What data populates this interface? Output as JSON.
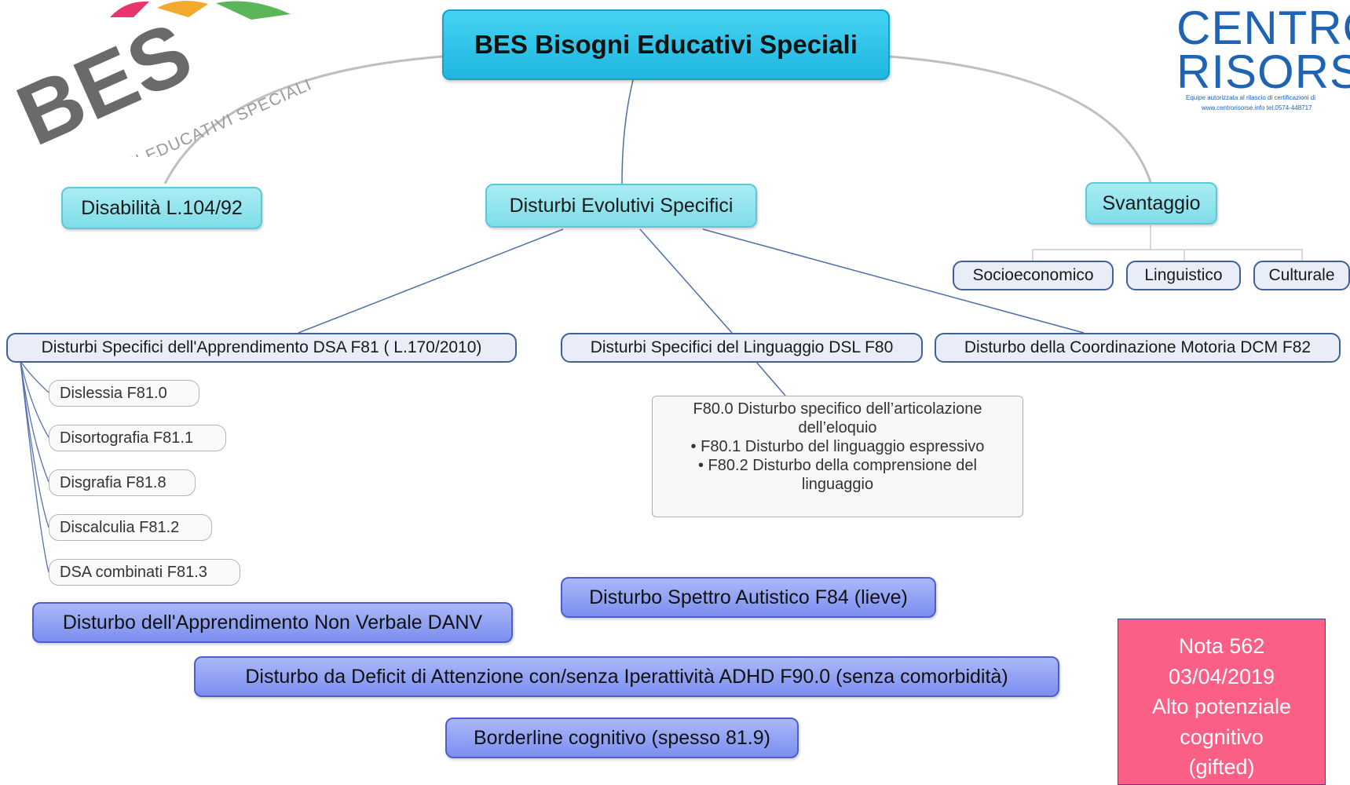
{
  "root": {
    "label": "BES  Bisogni Educativi Speciali"
  },
  "level1": {
    "disabilita": "Disabilità L.104/92",
    "des": "Disturbi Evolutivi Specifici",
    "svantaggio": "Svantaggio"
  },
  "svantaggio_children": [
    "Socioeconomico",
    "Linguistico",
    "Culturale"
  ],
  "des_children": {
    "dsa": "Disturbi Specifici dell'Apprendimento DSA F81 ( L.170/2010)",
    "dsl": "Disturbi Specifici del Linguaggio DSL F80",
    "dcm": "Disturbo della Coordinazione Motoria DCM F82"
  },
  "dsa_children": [
    "Dislessia F81.0",
    "Disortografia F81.1",
    "Disgrafia F81.8",
    "Discalculia F81.2",
    "DSA combinati F81.3"
  ],
  "dsl_description": [
    "F80.0 Disturbo specifico dell’articolazione",
    "dell’eloquio",
    "• F80.1 Disturbo del linguaggio espressivo",
    "• F80.2 Disturbo della comprensione del",
    "linguaggio"
  ],
  "other_disorders": {
    "autismo": "Disturbo Spettro Autistico F84 (lieve)",
    "danv": "Disturbo dell'Apprendimento Non Verbale DANV",
    "adhd": "Disturbo da Deficit di Attenzione con/senza Iperattività ADHD F90.0 (senza comorbidità)",
    "borderline": "Borderline cognitivo (spesso 81.9)"
  },
  "nota": [
    "Nota 562",
    "03/04/2019",
    "Alto potenziale",
    "cognitivo",
    "(gifted)"
  ],
  "logos": {
    "bes_logo_text": "BES",
    "bes_logo_subtitle": "BISOGNI EDUCATIVI SPECIALI",
    "centro_line1": "CENTRO",
    "centro_line2": "RISORSE",
    "centro_small1": "Equipe autorizzata al rilascio di certificazioni di",
    "centro_small2": "www.centrorisorse.info    tel.0574-448717"
  },
  "colors": {
    "root_fill": "#2cc0e8",
    "level1_fill": "#8fe3ec",
    "level2_border": "#3f5f9e",
    "blue_fill": "#8c9df2",
    "nota_fill": "#fb5f85",
    "centro_blue": "#1f63b3"
  }
}
